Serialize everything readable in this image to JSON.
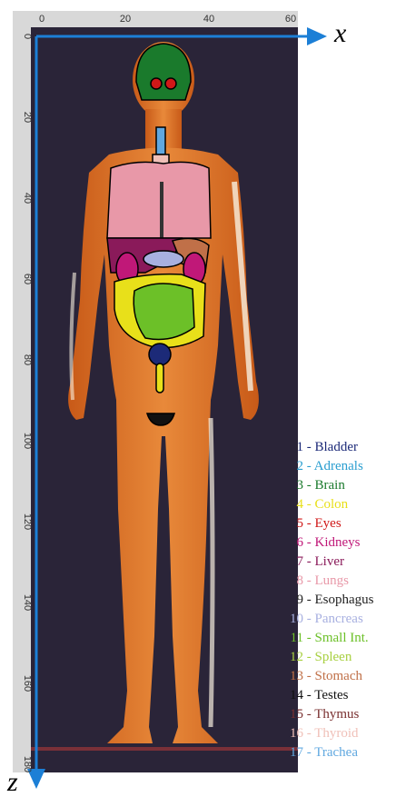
{
  "axes": {
    "x_label": "x",
    "z_label": "z",
    "x_ticks": [
      "0",
      "20",
      "40",
      "60"
    ],
    "z_ticks": [
      "0",
      "20",
      "40",
      "60",
      "80",
      "100",
      "120",
      "140",
      "160",
      "180"
    ]
  },
  "colors": {
    "body": "#e8832e",
    "body_highlight": "#f4a45c",
    "background": "#2a2438",
    "axis_arrow": "#1c7fd6"
  },
  "legend": [
    {
      "num": "1",
      "label": "Bladder",
      "color": "#1c2a78"
    },
    {
      "num": "2",
      "label": "Adrenals",
      "color": "#2a9ed0"
    },
    {
      "num": "3",
      "label": "Brain",
      "color": "#1a7a2c"
    },
    {
      "num": "4",
      "label": "Colon",
      "color": "#e8e01a"
    },
    {
      "num": "5",
      "label": "Eyes",
      "color": "#d01818"
    },
    {
      "num": "6",
      "label": "Kidneys",
      "color": "#c01878"
    },
    {
      "num": "7",
      "label": "Liver",
      "color": "#8a1a5a"
    },
    {
      "num": "8",
      "label": "Lungs",
      "color": "#e898a8"
    },
    {
      "num": "9",
      "label": "Esophagus",
      "color": "#222222"
    },
    {
      "num": "10",
      "label": "Pancreas",
      "color": "#a8b0e0"
    },
    {
      "num": "11",
      "label": "Small Int.",
      "color": "#6cc028"
    },
    {
      "num": "12",
      "label": "Spleen",
      "color": "#a8d040"
    },
    {
      "num": "13",
      "label": "Stomach",
      "color": "#c07048"
    },
    {
      "num": "14",
      "label": "Testes",
      "color": "#111111"
    },
    {
      "num": "15",
      "label": "Thymus",
      "color": "#7a3030"
    },
    {
      "num": "16",
      "label": "Thyroid",
      "color": "#f0c0b8"
    },
    {
      "num": "17",
      "label": "Trachea",
      "color": "#60a8e0"
    }
  ]
}
